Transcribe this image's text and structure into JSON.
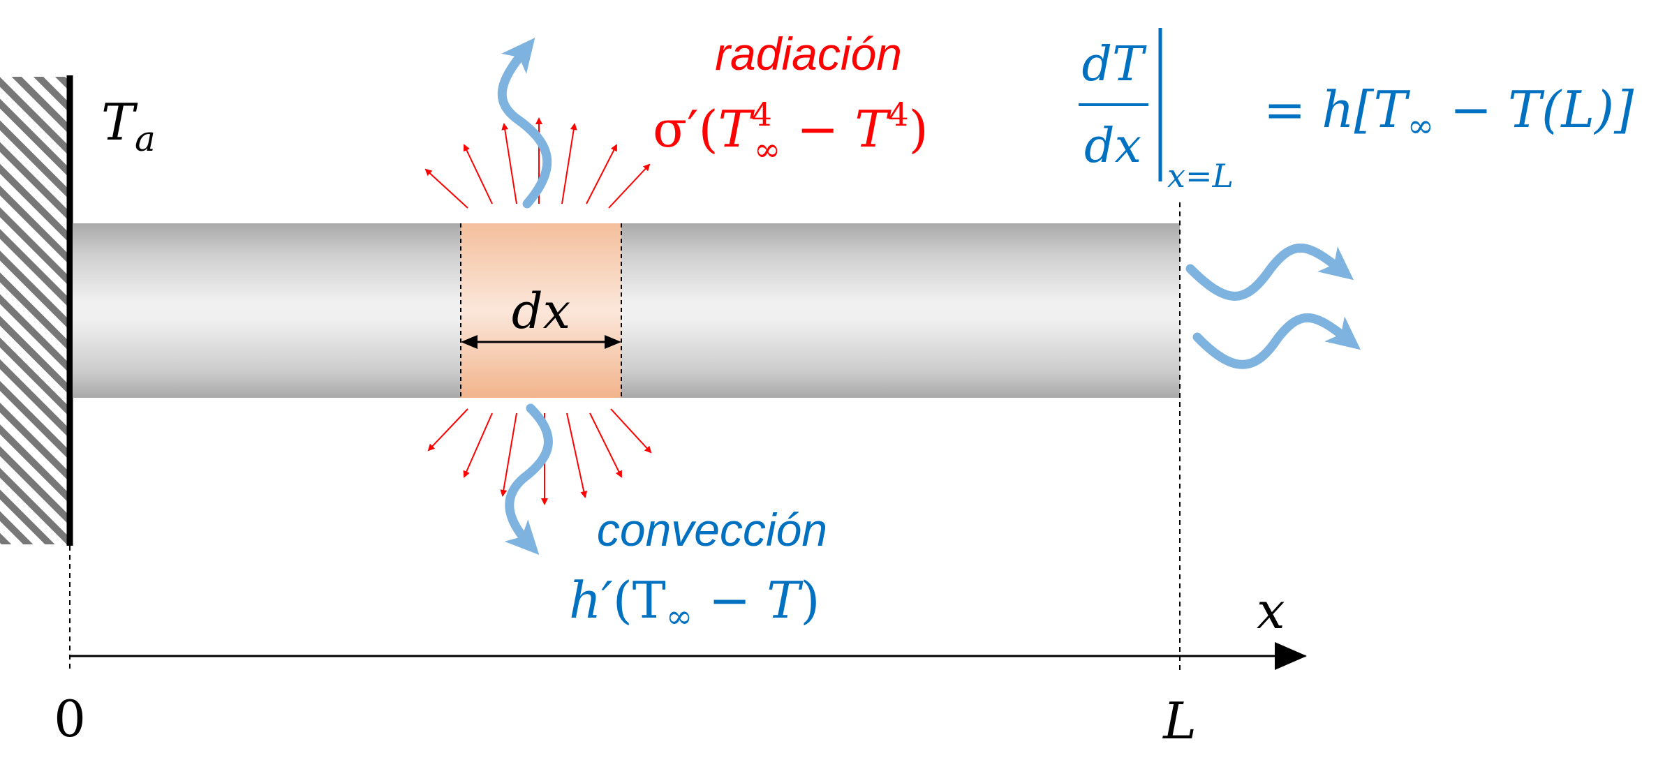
{
  "colors": {
    "radiation": "#ff0000",
    "convection": "#0070c0",
    "flow_arrow": "#7eb3e0",
    "wall": "#000000",
    "element_fill": "#f5c2a0",
    "rod_gray": "#cfcfcf"
  },
  "labels": {
    "wall_temp": "T",
    "wall_temp_sub": "a",
    "dx": "dx",
    "radiation_title": "radiación",
    "radiation_formula": {
      "sigma": "σ′(",
      "t_inf": "T",
      "t_inf_sup": "4",
      "t_inf_sub": "∞",
      "minus": " − ",
      "t": "T",
      "t_sup": "4",
      "close": ")"
    },
    "convection_title": "convección",
    "convection_formula": {
      "h": "h′",
      "open": "(T",
      "t_inf_sub": "∞",
      "rest": " − ",
      "t": "T",
      "close": ")"
    },
    "bc": {
      "num": "dT",
      "den": "dx",
      "sub": "x=L",
      "rhs_h": "= h[T",
      "rhs_sub": "∞",
      "rhs_rest": " − T(L)]"
    },
    "axis_x": "x",
    "origin": "0",
    "length": "L"
  },
  "icons": [
    "hatched-wall-icon",
    "wavy-arrow-icon",
    "arrowhead-icon"
  ]
}
